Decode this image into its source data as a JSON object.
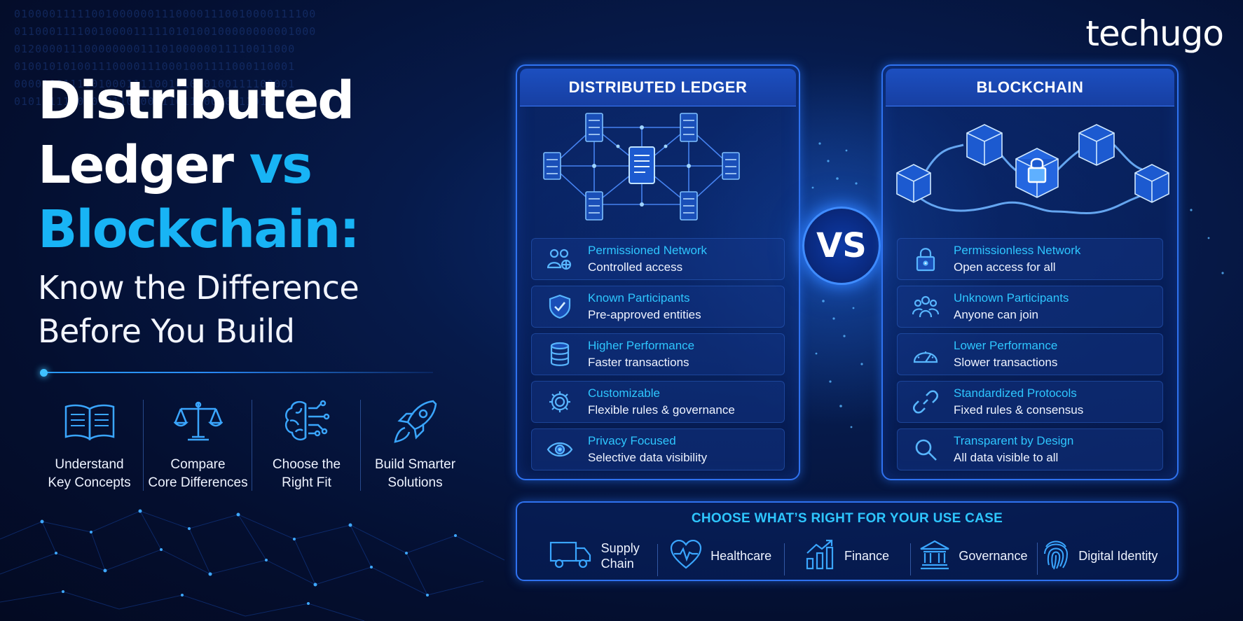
{
  "brand": {
    "logo_text": "techugo"
  },
  "headline": {
    "line1": "Distributed",
    "line2_a": "Ledger",
    "line2_b": "vs",
    "line3": "Blockchain:",
    "sub1": "Know the Difference",
    "sub2": "Before You Build"
  },
  "features": [
    {
      "icon": "open-book-icon",
      "label": "Understand\nKey Concepts"
    },
    {
      "icon": "scales-icon",
      "label": "Compare\nCore Differences"
    },
    {
      "icon": "brain-circuit-icon",
      "label": "Choose the\nRight Fit"
    },
    {
      "icon": "rocket-icon",
      "label": "Build Smarter\nSolutions"
    }
  ],
  "left_card": {
    "title": "DISTRIBUTED LEDGER",
    "rows": [
      {
        "icon": "users-network-icon",
        "title": "Permissioned Network",
        "desc": "Controlled access"
      },
      {
        "icon": "shield-check-icon",
        "title": "Known Participants",
        "desc": "Pre-approved entities"
      },
      {
        "icon": "database-icon",
        "title": "Higher Performance",
        "desc": "Faster transactions"
      },
      {
        "icon": "gear-icon",
        "title": "Customizable",
        "desc": "Flexible rules & governance"
      },
      {
        "icon": "eye-icon",
        "title": "Privacy Focused",
        "desc": "Selective data visibility"
      }
    ]
  },
  "vs_label": "VS",
  "right_card": {
    "title": "BLOCKCHAIN",
    "rows": [
      {
        "icon": "padlock-icon",
        "title": "Permissionless Network",
        "desc": "Open access for all"
      },
      {
        "icon": "people-group-icon",
        "title": "Unknown Participants",
        "desc": "Anyone can join"
      },
      {
        "icon": "speedometer-icon",
        "title": "Lower Performance",
        "desc": "Slower transactions"
      },
      {
        "icon": "chain-link-icon",
        "title": "Standardized Protocols",
        "desc": "Fixed rules & consensus"
      },
      {
        "icon": "magnifier-icon",
        "title": "Transparent by Design",
        "desc": "All data visible to all"
      }
    ]
  },
  "use_cases": {
    "title": "CHOOSE WHAT’S RIGHT FOR YOUR USE CASE",
    "items": [
      {
        "icon": "truck-icon",
        "label": "Supply\nChain"
      },
      {
        "icon": "heart-pulse-icon",
        "label": "Healthcare"
      },
      {
        "icon": "bar-chart-icon",
        "label": "Finance"
      },
      {
        "icon": "bank-building-icon",
        "label": "Governance"
      },
      {
        "icon": "fingerprint-icon",
        "label": "Digital Identity"
      }
    ]
  },
  "colors": {
    "accent": "#18b4f5",
    "frame": "#2f72f0",
    "background": "#040f30"
  }
}
